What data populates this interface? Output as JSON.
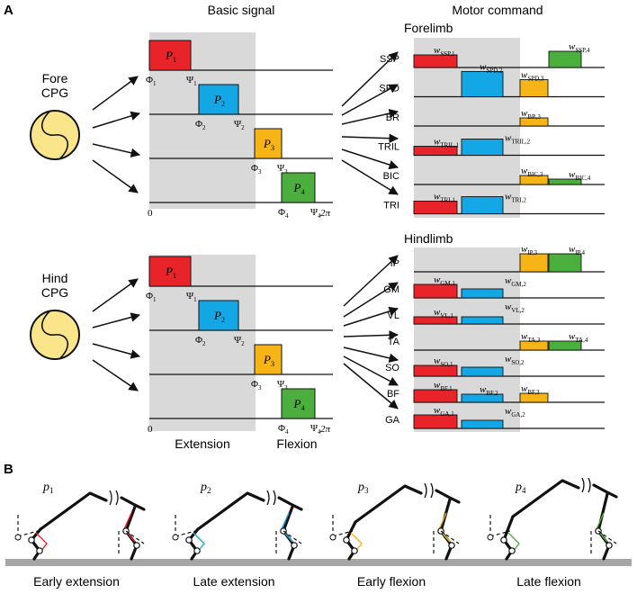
{
  "panel_a": {
    "label": "A",
    "basic_signal_title": "Basic signal",
    "motor_command_title": "Motor command",
    "fore_cpg": [
      "Fore",
      "CPG"
    ],
    "hind_cpg": [
      "Hind",
      "CPG"
    ],
    "forelimb_title": "Forelimb",
    "hindlimb_title": "Hindlimb",
    "extension_label": "Extension",
    "flexion_label": "Flexion",
    "pulses": [
      {
        "p": "P",
        "sub": "1",
        "phi": "Φ",
        "phi_sub": "1",
        "psi": "Ψ",
        "psi_sub": "1",
        "color": "#e8232a"
      },
      {
        "p": "P",
        "sub": "2",
        "phi": "Φ",
        "phi_sub": "2",
        "psi": "Ψ",
        "psi_sub": "2",
        "color": "#13a7e6"
      },
      {
        "p": "P",
        "sub": "3",
        "phi": "Φ",
        "phi_sub": "3",
        "psi": "Ψ",
        "psi_sub": "3",
        "color": "#f6b417"
      },
      {
        "p": "P",
        "sub": "4",
        "phi": "Φ",
        "phi_sub": "4",
        "psi": "Ψ",
        "psi_sub": "4",
        "color": "#4aaf3d"
      }
    ],
    "zero_label": "0",
    "two_pi_label": "2π",
    "forelimb_muscles": [
      {
        "name": "SSP",
        "weights": [
          {
            "w": "w",
            "sub": "SSP,1",
            "pulse": 1
          },
          {
            "w": "w",
            "sub": "SSP,4",
            "pulse": 4
          }
        ]
      },
      {
        "name": "SPD",
        "weights": [
          {
            "w": "w",
            "sub": "SPD,2",
            "pulse": 2
          },
          {
            "w": "w",
            "sub": "SPD,3",
            "pulse": 3
          }
        ]
      },
      {
        "name": "BR",
        "weights": [
          {
            "w": "w",
            "sub": "BR,3",
            "pulse": 3
          }
        ]
      },
      {
        "name": "TRIL",
        "weights": [
          {
            "w": "w",
            "sub": "TRIL,1",
            "pulse": 1
          },
          {
            "w": "w",
            "sub": "TRIL,2",
            "pulse": 2
          }
        ]
      },
      {
        "name": "BIC",
        "weights": [
          {
            "w": "w",
            "sub": "BIC,3",
            "pulse": 3
          },
          {
            "w": "w",
            "sub": "BIC,4",
            "pulse": 4
          }
        ]
      },
      {
        "name": "TRI",
        "weights": [
          {
            "w": "w",
            "sub": "TRI,1",
            "pulse": 1
          },
          {
            "w": "w",
            "sub": "TRI,2",
            "pulse": 2
          }
        ]
      }
    ],
    "hindlimb_muscles": [
      {
        "name": "IP",
        "weights": [
          {
            "w": "w",
            "sub": "IP,3",
            "pulse": 3
          },
          {
            "w": "w",
            "sub": "IP,4",
            "pulse": 4
          }
        ]
      },
      {
        "name": "GM",
        "weights": [
          {
            "w": "w",
            "sub": "GM,1",
            "pulse": 1
          },
          {
            "w": "w",
            "sub": "GM,2",
            "pulse": 2
          }
        ]
      },
      {
        "name": "VL",
        "weights": [
          {
            "w": "w",
            "sub": "VL,1",
            "pulse": 1
          },
          {
            "w": "w",
            "sub": "VL,2",
            "pulse": 2
          }
        ]
      },
      {
        "name": "TA",
        "weights": [
          {
            "w": "w",
            "sub": "TA,3",
            "pulse": 3
          },
          {
            "w": "w",
            "sub": "TA,4",
            "pulse": 4
          }
        ]
      },
      {
        "name": "SO",
        "weights": [
          {
            "w": "w",
            "sub": "SO,1",
            "pulse": 1
          },
          {
            "w": "w",
            "sub": "SO,2",
            "pulse": 2
          }
        ]
      },
      {
        "name": "BF",
        "weights": [
          {
            "w": "w",
            "sub": "BF,1",
            "pulse": 1
          },
          {
            "w": "w",
            "sub": "BF,2",
            "pulse": 2
          },
          {
            "w": "w",
            "sub": "BF,3",
            "pulse": 3
          }
        ]
      },
      {
        "name": "GA",
        "weights": [
          {
            "w": "w",
            "sub": "GA,1",
            "pulse": 1
          },
          {
            "w": "w",
            "sub": "GA,2",
            "pulse": 2
          }
        ]
      }
    ]
  },
  "panel_b": {
    "label": "B",
    "phases": [
      {
        "p": "p",
        "sub": "1",
        "caption": "Early extension",
        "color": "#e8232a"
      },
      {
        "p": "p",
        "sub": "2",
        "caption": "Late extension",
        "color": "#13a7e6"
      },
      {
        "p": "p",
        "sub": "3",
        "caption": "Early flexion",
        "color": "#f6b417"
      },
      {
        "p": "p",
        "sub": "4",
        "caption": "Late flexion",
        "color": "#4aaf3d"
      }
    ]
  }
}
